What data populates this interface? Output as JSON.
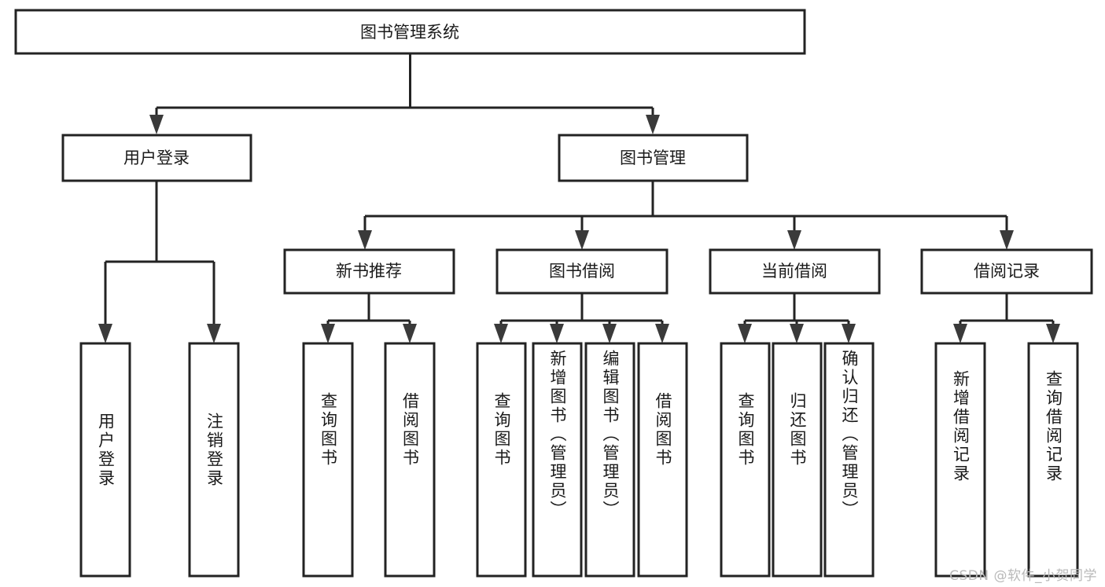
{
  "diagram": {
    "type": "tree-hierarchy",
    "title": "图书管理系统",
    "watermark": "CSDN @软件_小贺同学",
    "colors": {
      "box_stroke": "#232323",
      "box_fill": "#ffffff",
      "text": "#1a1a1a",
      "arrow": "#3a3a3a",
      "watermark": "#b9b9b9",
      "background": "#ffffff"
    },
    "levels": {
      "root_label": "图书管理系统",
      "level1": [
        "用户登录",
        "图书管理"
      ],
      "level2": [
        "新书推荐",
        "图书借阅",
        "当前借阅",
        "借阅记录"
      ]
    },
    "nodes": {
      "root": {
        "label": "图书管理系统",
        "orientation": "horizontal"
      },
      "l1": [
        {
          "label": "用户登录",
          "orientation": "horizontal"
        },
        {
          "label": "图书管理",
          "orientation": "horizontal"
        }
      ],
      "l2": [
        {
          "label": "新书推荐",
          "orientation": "horizontal"
        },
        {
          "label": "图书借阅",
          "orientation": "horizontal"
        },
        {
          "label": "当前借阅",
          "orientation": "horizontal"
        },
        {
          "label": "借阅记录",
          "orientation": "horizontal"
        }
      ],
      "leaves": {
        "user_login": [
          {
            "label": "用户登录",
            "orientation": "vertical"
          },
          {
            "label": "注销登录",
            "orientation": "vertical"
          }
        ],
        "new_book_recommend": [
          {
            "label": "查询图书",
            "orientation": "vertical"
          },
          {
            "label": "借阅图书",
            "orientation": "vertical"
          }
        ],
        "book_borrow": [
          {
            "label": "查询图书",
            "orientation": "vertical"
          },
          {
            "label": "新增图书（管理员）",
            "orientation": "vertical"
          },
          {
            "label": "编辑图书（管理员）",
            "orientation": "vertical"
          },
          {
            "label": "借阅图书",
            "orientation": "vertical"
          }
        ],
        "current_borrow": [
          {
            "label": "查询图书",
            "orientation": "vertical"
          },
          {
            "label": "归还图书",
            "orientation": "vertical"
          },
          {
            "label": "确认归还（管理员）",
            "orientation": "vertical"
          }
        ],
        "borrow_record": [
          {
            "label": "新增借阅记录",
            "orientation": "vertical"
          },
          {
            "label": "查询借阅记录",
            "orientation": "vertical"
          }
        ]
      }
    },
    "edges": [
      {
        "from": "图书管理系统",
        "to": "用户登录"
      },
      {
        "from": "图书管理系统",
        "to": "图书管理"
      },
      {
        "from": "用户登录",
        "to": "用户登录(叶)"
      },
      {
        "from": "用户登录",
        "to": "注销登录"
      },
      {
        "from": "图书管理",
        "to": "新书推荐"
      },
      {
        "from": "图书管理",
        "to": "图书借阅"
      },
      {
        "from": "图书管理",
        "to": "当前借阅"
      },
      {
        "from": "图书管理",
        "to": "借阅记录"
      },
      {
        "from": "新书推荐",
        "to": "查询图书"
      },
      {
        "from": "新书推荐",
        "to": "借阅图书"
      },
      {
        "from": "图书借阅",
        "to": "查询图书"
      },
      {
        "from": "图书借阅",
        "to": "新增图书（管理员）"
      },
      {
        "from": "图书借阅",
        "to": "编辑图书（管理员）"
      },
      {
        "from": "图书借阅",
        "to": "借阅图书"
      },
      {
        "from": "当前借阅",
        "to": "查询图书"
      },
      {
        "from": "当前借阅",
        "to": "归还图书"
      },
      {
        "from": "当前借阅",
        "to": "确认归还（管理员）"
      },
      {
        "from": "借阅记录",
        "to": "新增借阅记录"
      },
      {
        "from": "借阅记录",
        "to": "查询借阅记录"
      }
    ]
  }
}
